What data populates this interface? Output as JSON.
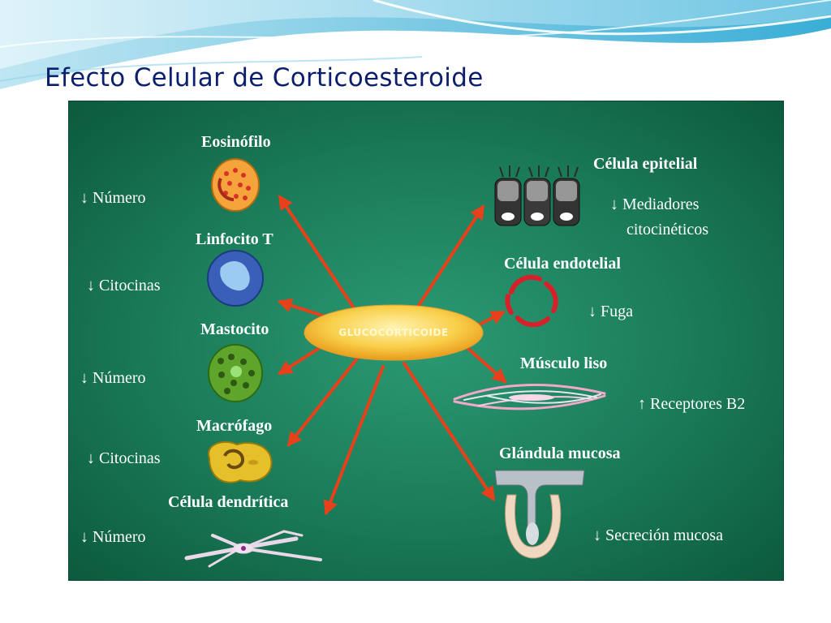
{
  "title": "Efecto Celular de Corticoesteroide",
  "center": "GLUCOCORTICOIDE",
  "colors": {
    "title": "#0b1f6e",
    "panel": "#1a7a58",
    "arrow": "#e8401a",
    "center": "#f7c23a"
  },
  "left_cells": [
    {
      "name": "Eosinófilo",
      "effect": "↓ Número"
    },
    {
      "name": "Linfocito T",
      "effect": "↓ Citocinas"
    },
    {
      "name": "Mastocito",
      "effect": "↓ Número"
    },
    {
      "name": "Macrófago",
      "effect": "↓ Citocinas"
    },
    {
      "name": "Célula dendrítica",
      "effect": "↓ Número"
    }
  ],
  "right_cells": [
    {
      "name": "Célula epitelial",
      "effect": "↓ Mediadores\n    citocinéticos"
    },
    {
      "name": "Célula endotelial",
      "effect": "↓ Fuga"
    },
    {
      "name": "Músculo liso",
      "effect": "↑ Receptores B2"
    },
    {
      "name": "Glándula mucosa",
      "effect": "↓ Secreción mucosa"
    }
  ]
}
